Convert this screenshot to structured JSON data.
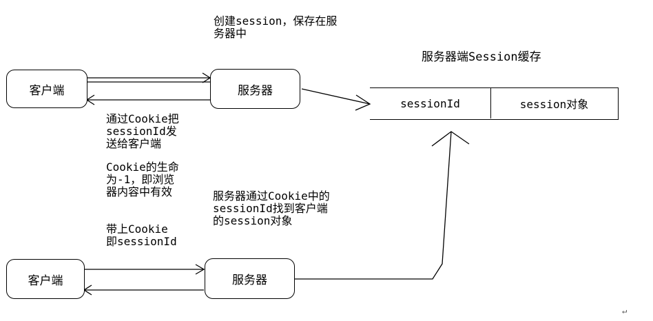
{
  "top_client": "客户端",
  "top_server": "服务器",
  "bottom_client": "客户端",
  "bottom_server": "服务器",
  "note_create": "创建session，保存在服\n务器中",
  "cache_title": "服务器端Session缓存",
  "table": {
    "col1": "sessionId",
    "col2": "session对象"
  },
  "note_cookie_send": "通过Cookie把\nsessionId发\n送给客户端",
  "note_cookie_life": "Cookie的生命\n为-1，即浏览\n器内容中有效",
  "note_carry": "带上Cookie\n即sessionId",
  "note_lookup": "服务器通过Cookie中的\nsessionId找到客户端\n的session对象",
  "return_mark": "↵"
}
